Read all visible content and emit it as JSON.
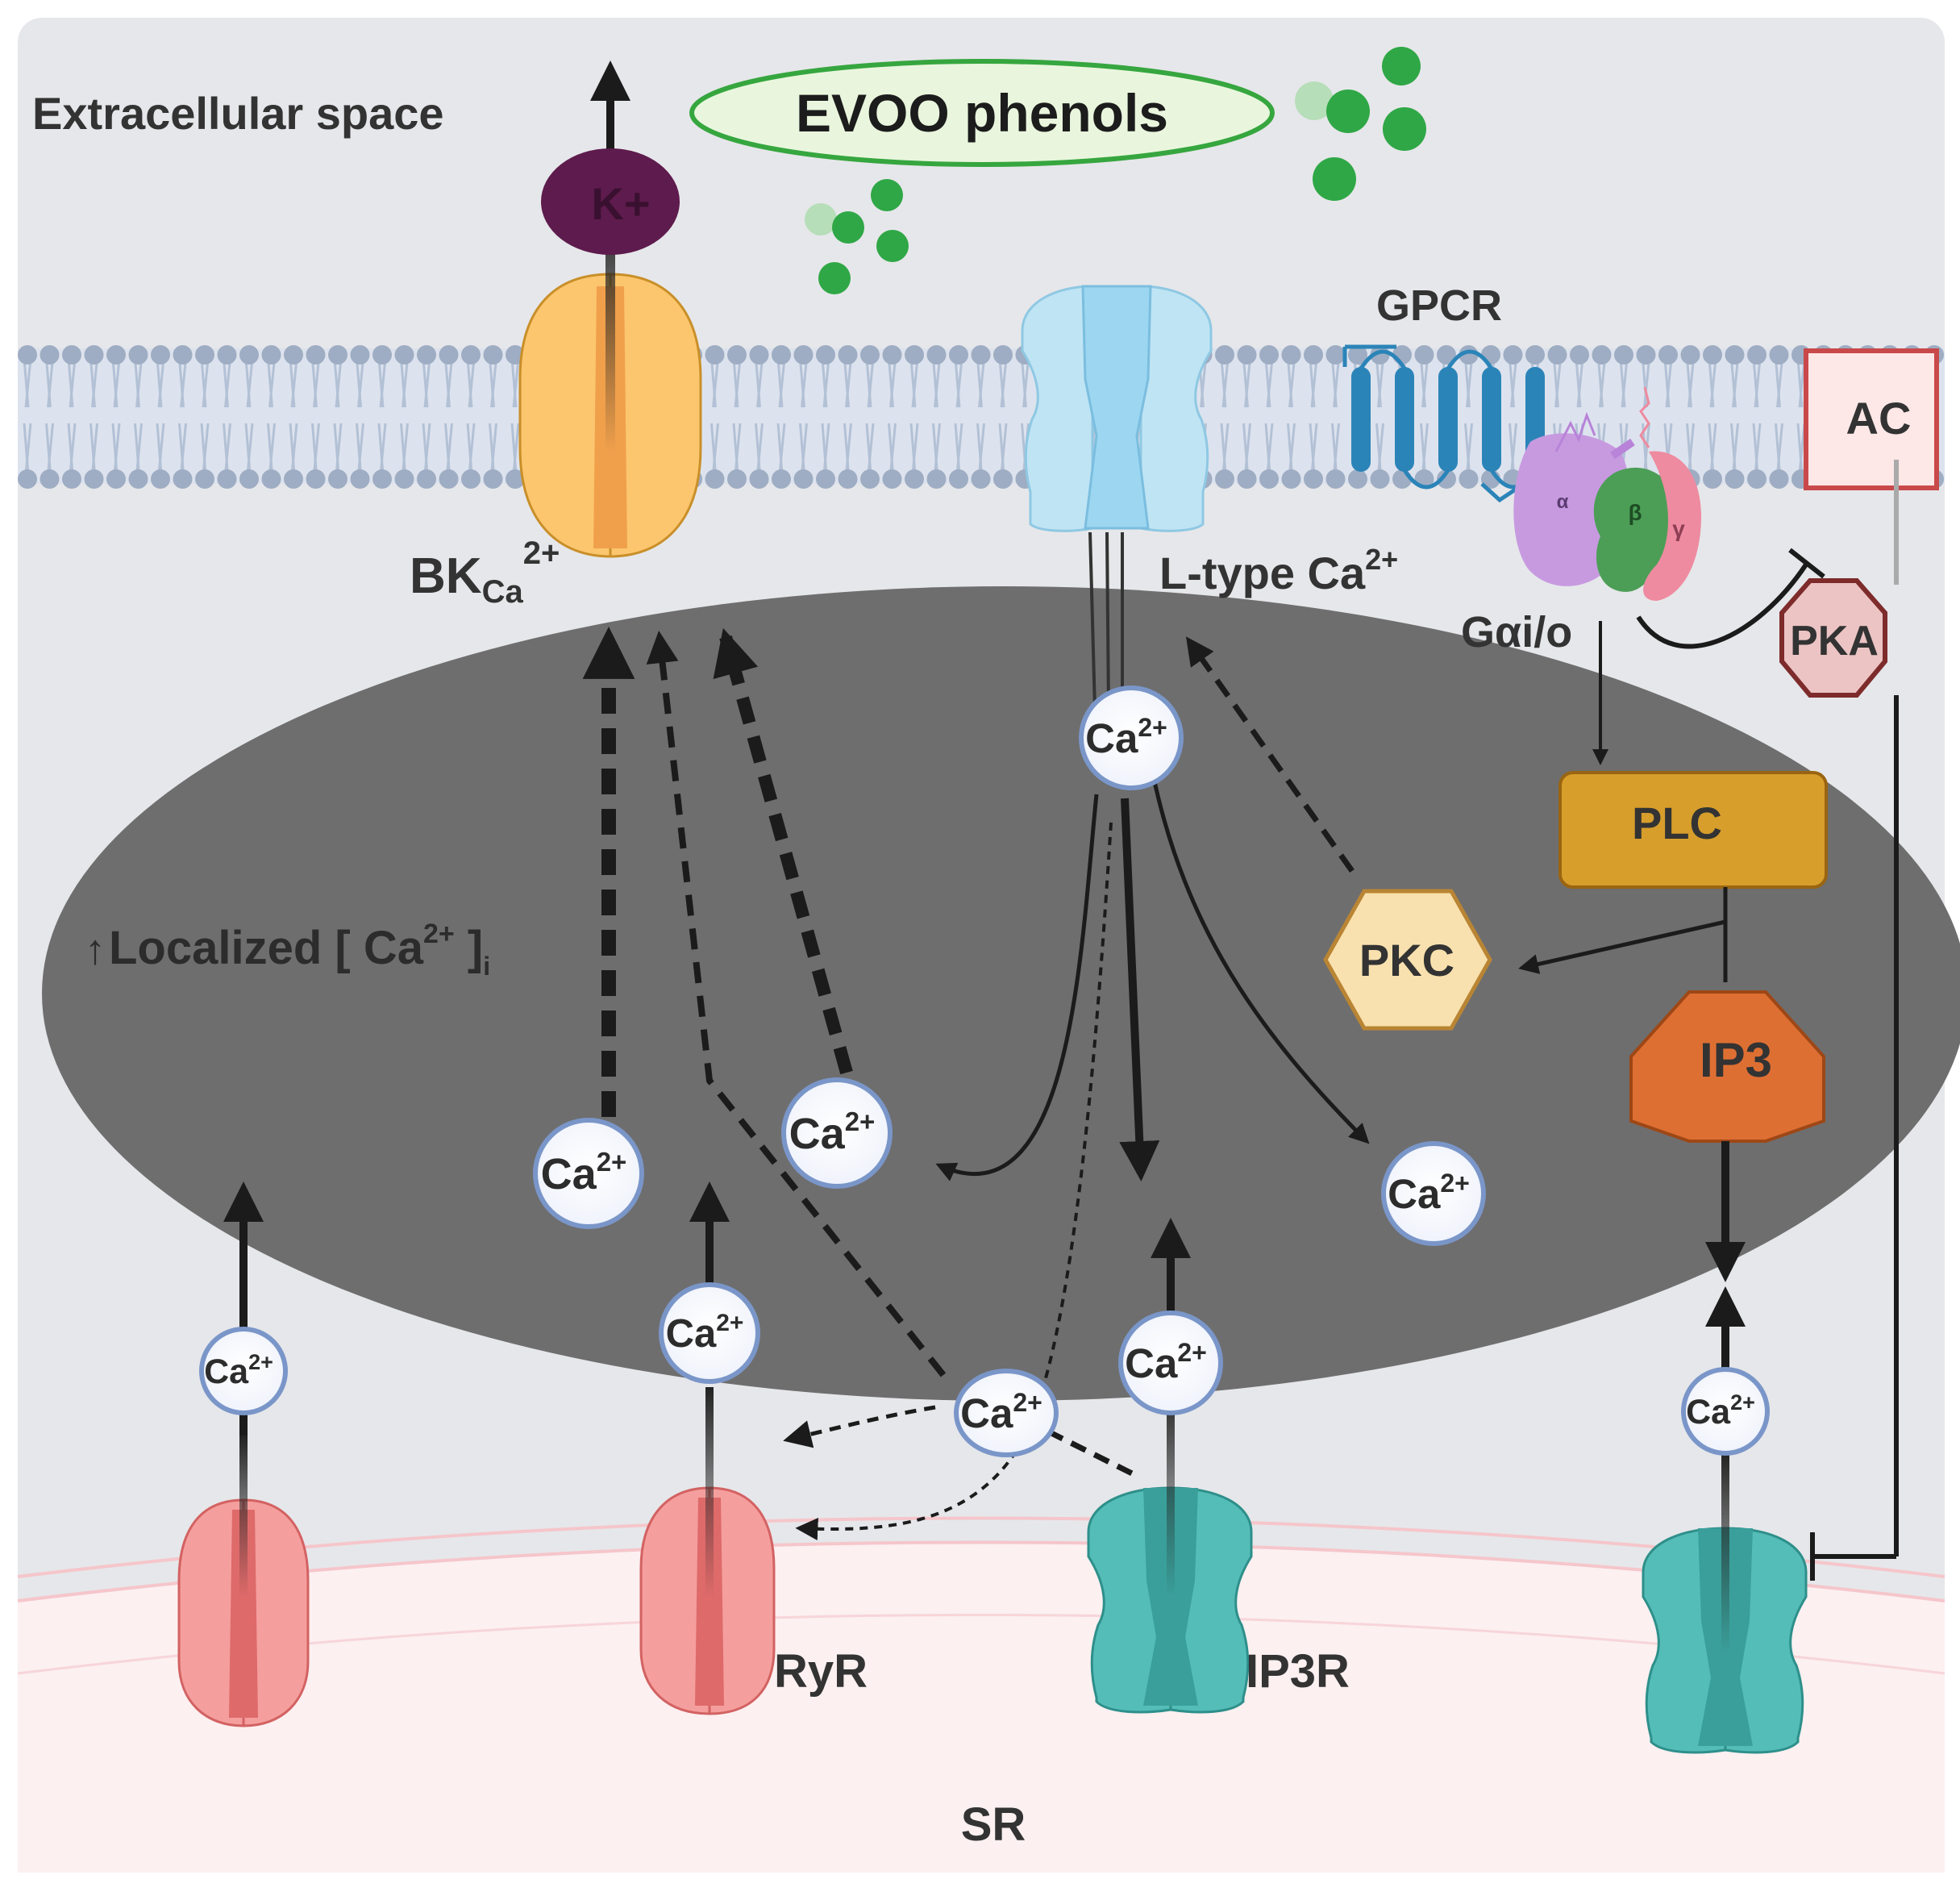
{
  "labels": {
    "extracellular": "Extracellular space",
    "evoo": "EVOO phenols",
    "k_ion": "K+",
    "bk_main": "BK",
    "bk_sub": "Ca",
    "bk_sup": "2+",
    "ltype": "L-type Ca",
    "ltype_sup": "2+",
    "gpcr": "GPCR",
    "galpha_io": "Gαi/o",
    "alpha": "α",
    "beta": "β",
    "gamma": "γ",
    "ac": "AC",
    "pka": "PKA",
    "plc": "PLC",
    "pkc": "PKC",
    "ip3": "IP3",
    "localized_arrow": "↑",
    "localized_text": "Localized [ Ca",
    "localized_sup": "2+",
    "localized_end": " ]",
    "localized_sub": "i",
    "ryr": "RyR",
    "ip3r": "IP3R",
    "sr": "SR",
    "ca": "Ca",
    "ca_sup": "2+"
  },
  "colors": {
    "background": "#e6e7ea",
    "nucleus": "#6e6e6e",
    "sr_fill": "#fcf0f1",
    "bk_channel": "#fcc66e",
    "k_ion": "#5e1b4d",
    "ltype_channel": "#bfe4f4",
    "gpcr": "#2b84b8",
    "ac_border": "#c9494a",
    "pka": "#ecc4c4",
    "plc": "#d79e2b",
    "pkc": "#f8e1ae",
    "ip3": "#de6f33",
    "ryr": "#f59e9e",
    "ip3r": "#55bdb8",
    "phenol": "#2fa746"
  }
}
